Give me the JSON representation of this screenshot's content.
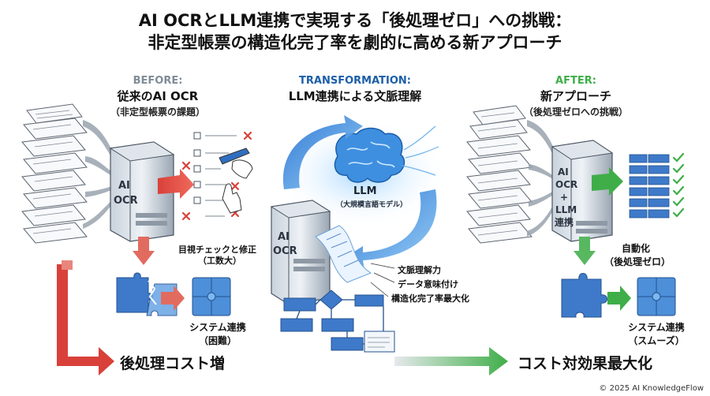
{
  "title_line1": "AI OCRとLLM連携で実現する「後処理ゼロ」への挑戦：",
  "title_line2": "非定型帳票の構造化完了率を劇的に高める新アプローチ",
  "before": {
    "label": "BEFORE:",
    "title": "従来のAI OCR",
    "subtitle": "（非定型帳票の課題）",
    "server_label": "AI OCR",
    "check_label_1": "目視チェックと修正",
    "check_label_2": "（工数大）",
    "integration_1": "システム連携",
    "integration_2": "（困難）",
    "result": "後処理コスト増",
    "color": "#7f8c97"
  },
  "transformation": {
    "label": "TRANSFORMATION:",
    "title": "LLM連携による文脈理解",
    "llm_label": "LLM",
    "llm_sub": "（大規模言語モデル）",
    "server_label": "AI OCR",
    "features": [
      "文脈理解力",
      "データ意味付け",
      "構造化完了率最大化"
    ],
    "color": "#1b5ea8"
  },
  "after": {
    "label": "AFTER:",
    "title": "新アプローチ",
    "subtitle": "（後処理ゼロへの挑戦）",
    "server_label_1": "AI",
    "server_label_2": "OCR",
    "server_label_3": "+",
    "server_label_4": "LLM",
    "server_label_5": "連携",
    "auto_1": "自動化",
    "auto_2": "（後処理ゼロ）",
    "integration_1": "システム連携",
    "integration_2": "（スムーズ）",
    "result": "コスト対効果最大化",
    "color": "#3fae49"
  },
  "copyright": "© 2025 AI KnowledgeFlow"
}
